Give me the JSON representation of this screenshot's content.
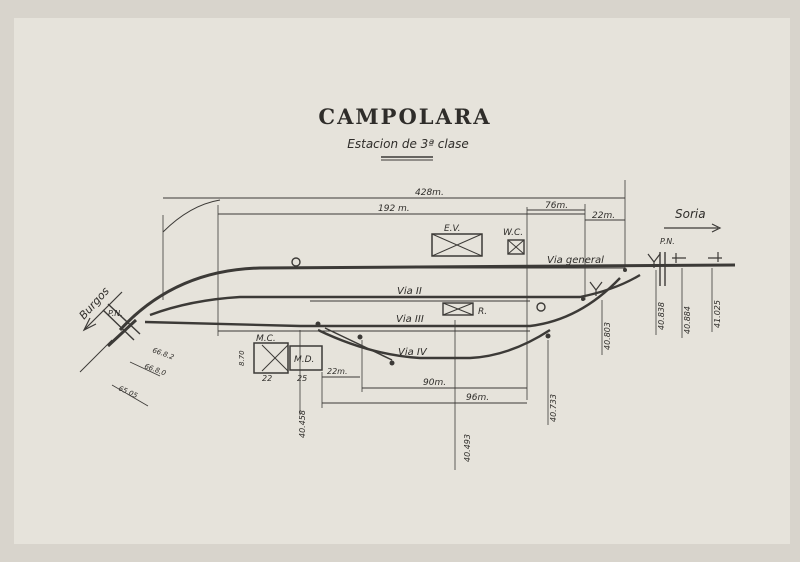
{
  "diagram": {
    "title": "CAMPOLARA",
    "subtitle": "Estacion de 3ª clase",
    "destinations": {
      "left": "Burgos",
      "right": "Soria"
    },
    "tracks": {
      "general": "Via general",
      "ii": "Via II",
      "iii": "Via III",
      "iv": "Via IV"
    },
    "buildings": {
      "ev": "E.V.",
      "wc": "W.C.",
      "r": "R.",
      "mc": "M.C.",
      "md": "M.D."
    },
    "level_crossing": {
      "left": "P.N.",
      "right": "P.N."
    },
    "dimensions": {
      "total": "428m.",
      "platform": "192 m.",
      "d76": "76m.",
      "d22a": "22m.",
      "d22b": "22m.",
      "d90": "90m.",
      "d96": "96m.",
      "md_w": "22",
      "md_w2": "25",
      "mc_h": "8.70"
    },
    "kilometers": {
      "k40458": "40.458",
      "k40493": "40.493",
      "k40733": "40.733",
      "k40803": "40.803",
      "k40838": "40.838",
      "k40884": "40.884",
      "k41025": "41.025",
      "k_left1": "66.8.2",
      "k_left2": "66.8.0",
      "k_left3": "65.05"
    }
  }
}
